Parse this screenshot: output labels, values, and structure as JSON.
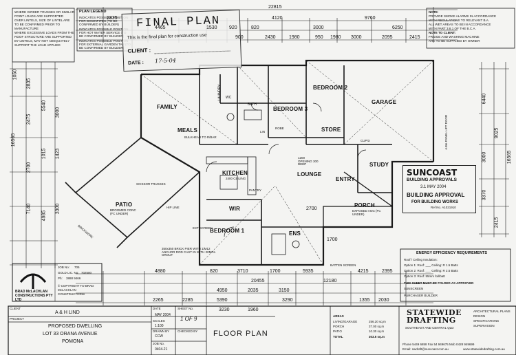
{
  "notes_left": [
    "WHERE GIRDER TRUSSES OR SIMILAR",
    "POINT LOADS ARE SUPPORTED",
    "OVER LINTELS, SIZE OF LINTEL ARE",
    "TO BE CONFIRMED PRIOR TO",
    "MANUFACTURE",
    "WHERE EXCESSIVE LOADS FROM THE",
    "ROOF STRUCTURE ARE SUPPORTED",
    "BY LINTELS, MAY NOT ADEQUATELY",
    "SUPPORT THE LOAD APPLIED"
  ],
  "plan_legend": {
    "title": "PLAN LEGEND",
    "items": [
      "INDICATES POSSIBLE POSITION FOR DOWNPIPES (TO BE CONFIRMED BY BUILDER)",
      "INDICATES POSSIBLE POSITION FOR HOT WATER SERVICE (TO BE CONFIRMED BY BUILDER)",
      "INDICATES POSSIBLE POSITION FOR EXTERNAL GARDEN TAP (TO BE CONFIRMED BY BUILDER)"
    ]
  },
  "final_plan_stamp": {
    "title": "FINAL PLAN",
    "text": "This is the final plan for construction use",
    "client_label": "CLIENT :",
    "date_label": "DATE :",
    "date_value": "17-5-04"
  },
  "notes_right": [
    "NOTE:",
    "PROVIDE SMOKE ALARMS IN ACCORDANCE",
    "WITH REGULATIONS TO RELEVANT B.A.",
    "ALL WET AREAS TO BE IN ACCORDANCE",
    "WITH PART 3.8.1 OF THE B.C.A.",
    "NOTE TO CLIENT:",
    "FRIDGE AND WASHING MACHINE",
    "ARE TO BE SUPPLIED BY OWNER"
  ],
  "dims_top": [
    "22815",
    "2835",
    "4120",
    "9760",
    "4465",
    "1530",
    "920",
    "820",
    "3000",
    "6250",
    "900",
    "2430",
    "1980",
    "950",
    "1980",
    "3000",
    "2095",
    "2415"
  ],
  "dims_bottom": [
    "4880",
    "20455",
    "12180",
    "4950",
    "3150",
    "2265",
    "2285",
    "5390",
    "3290",
    "1355",
    "2030",
    "3230",
    "1960",
    "2035",
    "820",
    "3710",
    "1700",
    "5935",
    "4215",
    "2395",
    "2700",
    "1700"
  ],
  "dims_left": [
    "1050",
    "2835",
    "5540",
    "16565",
    "2475",
    "7140",
    "1015",
    "4985",
    "3300",
    "1423",
    "2700",
    "3000"
  ],
  "dims_right": [
    "6440",
    "16565",
    "9025",
    "3370",
    "2415",
    "3000"
  ],
  "rooms": {
    "family": "FAMILY",
    "meals": "MEALS",
    "kitchen": "KITCHEN",
    "patio": "PATIO",
    "patio_sub": "BROOMED CONC (FC UNDER)",
    "bedroom1": "BEDROOM 1",
    "bedroom2": "BEDROOM 2",
    "bedroom3": "BEDROOM 3",
    "garage": "GARAGE",
    "store": "STORE",
    "study": "STUDY",
    "lounge": "LOUNGE",
    "entry": "ENTRY",
    "porch": "PORCH",
    "porch_sub": "EXPOSED AGG (FC UNDER)",
    "wir": "WIR",
    "ens": "ENS",
    "laundry": "LAUNDRY",
    "bath": "BATH",
    "wc": "WC"
  },
  "labels": {
    "ceiling": "2400 CEILING",
    "pantry": "PANTRY",
    "robe": "ROBE",
    "lin": "LIN",
    "cupd": "CUP'D",
    "opening": "1200 OPENING 300 DEEP",
    "bulkhead": "BULKHEAD TO R/BAR",
    "brick_pier": "350x350 BRICK PIER WITH 1/M12 ANCHOR ROD CAST IN WITH 20MPa GROUT",
    "scissor": "SCISSOR TRUSSES",
    "hip_line": "HIP LINE",
    "brickwork": "BRICKWORK",
    "batten_screen": "BATTEN SCREEN",
    "panel_lift": "4.8m PANEL LIFT DOOR",
    "ext_screen": "EXT SCREEN"
  },
  "suncoast_stamp": {
    "title": "SUNCOAST",
    "sub": "BUILDING APPROVALS",
    "date": "3.1 MAY 2004",
    "approval": "BUILDING APPROVAL",
    "approval_sub": "FOR BUILDING WORKS",
    "ref": "Ref No. A1021910"
  },
  "energy_box": {
    "title": "ENERGY EFFICIENCY REQUIREMENTS",
    "lines": [
      "Roof / Ceiling Insulation:",
      "Option 1: Roof: ___ Ceiling: R 1.5 Batts",
      "Option 2: Roof: ___ Ceiling: R 2.5 Batts",
      "Option 3: Roof: 55mm foil/batt",
      "THIS SHEET MUST BE FOLDED AS APPROVED",
      "SUNSCREEN",
      "PURCHASER    BUILDER"
    ]
  },
  "builder_box": {
    "job_no_label": "JOB No:",
    "job_no": "705",
    "gold_lic_label": "GOLD LIC. No:",
    "gold_lic": "702500",
    "ph_label": "Ph:",
    "ph": "3888 9466",
    "copyright": "© COPYRIGHT TO BRAD McLACHLAN CONSTRUCTIONS",
    "company": "BRAD McLACHLAN CONSTRUCTIONS PTY LTD"
  },
  "title_block": {
    "client_label": "CLIENT",
    "client": "A & H LIND",
    "project_label": "PROJECT",
    "project_line1": "PROPOSED DWELLING",
    "project_line2": "LOT 33 ORANA AVENUE",
    "project_line3": "POMONA",
    "date_label": "DATE",
    "date": "MAY 2004",
    "scales_label": "SCALES",
    "scale": "1:100",
    "drawn_label": "DRAWN BY",
    "drawn": "CCW",
    "job_label": "JOB No.",
    "job": "0404-21",
    "sheet_label": "SHEET No.",
    "sheet": "1 OF 9",
    "checked_label": "CHECKED BY",
    "drawing_title": "FLOOR PLAN"
  },
  "area_table": {
    "header": "AREAS",
    "rows": [
      {
        "label": "LIVING/GARAGE",
        "value": "256.20 sq.m"
      },
      {
        "label": "PORCH",
        "value": "37.00 sq.m"
      },
      {
        "label": "PATIO",
        "value": "10.30 sq.m"
      },
      {
        "label": "TOTAL",
        "value": "303.5 sq.m"
      }
    ]
  },
  "statewide": {
    "name": "STATEWIDE DRAFTING",
    "address": "SOUTHEAST AND CENTRAL QLD",
    "phone": "Phone 5449 6858   Fax 54 949675   Mob 0428 949699",
    "email": "Email: swdraft@suncoast.com.au",
    "web": "www.statewidedrafting.com.au",
    "services": [
      "ARCHITECTURAL PLANS",
      "DESIGN",
      "SPECIFICATIONS",
      "SUPERVISION"
    ]
  }
}
